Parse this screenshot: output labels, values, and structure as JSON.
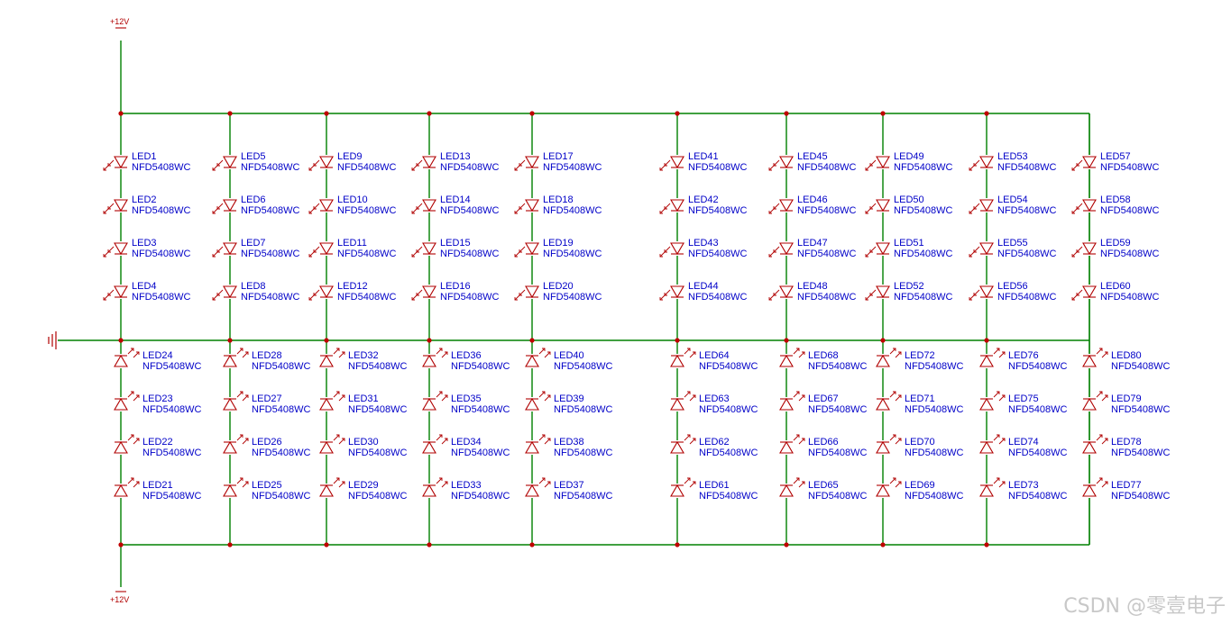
{
  "power": {
    "top_label": "+12V",
    "bottom_label": "+12V"
  },
  "watermark": "CSDN @零壹电子",
  "icons": {
    "power": "power-port-icon",
    "ground": "ground-icon",
    "led": "led-diode-icon"
  },
  "colors": {
    "wire": "#008000",
    "component": "#b00000",
    "label": "#0000c8",
    "junction": "#c00000"
  },
  "columns": [
    {
      "upper": [
        {
          "ref": "LED1",
          "part": "NFD5408WC"
        },
        {
          "ref": "LED2",
          "part": "NFD5408WC"
        },
        {
          "ref": "LED3",
          "part": "NFD5408WC"
        },
        {
          "ref": "LED4",
          "part": "NFD5408WC"
        }
      ],
      "lower": [
        {
          "ref": "LED24",
          "part": "NFD5408WC"
        },
        {
          "ref": "LED23",
          "part": "NFD5408WC"
        },
        {
          "ref": "LED22",
          "part": "NFD5408WC"
        },
        {
          "ref": "LED21",
          "part": "NFD5408WC"
        }
      ]
    },
    {
      "upper": [
        {
          "ref": "LED5",
          "part": "NFD5408WC"
        },
        {
          "ref": "LED6",
          "part": "NFD5408WC"
        },
        {
          "ref": "LED7",
          "part": "NFD5408WC"
        },
        {
          "ref": "LED8",
          "part": "NFD5408WC"
        }
      ],
      "lower": [
        {
          "ref": "LED28",
          "part": "NFD5408WC"
        },
        {
          "ref": "LED27",
          "part": "NFD5408WC"
        },
        {
          "ref": "LED26",
          "part": "NFD5408WC"
        },
        {
          "ref": "LED25",
          "part": "NFD5408WC"
        }
      ]
    },
    {
      "upper": [
        {
          "ref": "LED9",
          "part": "NFD5408WC"
        },
        {
          "ref": "LED10",
          "part": "NFD5408WC"
        },
        {
          "ref": "LED11",
          "part": "NFD5408WC"
        },
        {
          "ref": "LED12",
          "part": "NFD5408WC"
        }
      ],
      "lower": [
        {
          "ref": "LED32",
          "part": "NFD5408WC"
        },
        {
          "ref": "LED31",
          "part": "NFD5408WC"
        },
        {
          "ref": "LED30",
          "part": "NFD5408WC"
        },
        {
          "ref": "LED29",
          "part": "NFD5408WC"
        }
      ]
    },
    {
      "upper": [
        {
          "ref": "LED13",
          "part": "NFD5408WC"
        },
        {
          "ref": "LED14",
          "part": "NFD5408WC"
        },
        {
          "ref": "LED15",
          "part": "NFD5408WC"
        },
        {
          "ref": "LED16",
          "part": "NFD5408WC"
        }
      ],
      "lower": [
        {
          "ref": "LED36",
          "part": "NFD5408WC"
        },
        {
          "ref": "LED35",
          "part": "NFD5408WC"
        },
        {
          "ref": "LED34",
          "part": "NFD5408WC"
        },
        {
          "ref": "LED33",
          "part": "NFD5408WC"
        }
      ]
    },
    {
      "upper": [
        {
          "ref": "LED17",
          "part": "NFD5408WC"
        },
        {
          "ref": "LED18",
          "part": "NFD5408WC"
        },
        {
          "ref": "LED19",
          "part": "NFD5408WC"
        },
        {
          "ref": "LED20",
          "part": "NFD5408WC"
        }
      ],
      "lower": [
        {
          "ref": "LED40",
          "part": "NFD5408WC"
        },
        {
          "ref": "LED39",
          "part": "NFD5408WC"
        },
        {
          "ref": "LED38",
          "part": "NFD5408WC"
        },
        {
          "ref": "LED37",
          "part": "NFD5408WC"
        }
      ]
    },
    {
      "upper": [
        {
          "ref": "LED41",
          "part": "NFD5408WC"
        },
        {
          "ref": "LED42",
          "part": "NFD5408WC"
        },
        {
          "ref": "LED43",
          "part": "NFD5408WC"
        },
        {
          "ref": "LED44",
          "part": "NFD5408WC"
        }
      ],
      "lower": [
        {
          "ref": "LED64",
          "part": "NFD5408WC"
        },
        {
          "ref": "LED63",
          "part": "NFD5408WC"
        },
        {
          "ref": "LED62",
          "part": "NFD5408WC"
        },
        {
          "ref": "LED61",
          "part": "NFD5408WC"
        }
      ]
    },
    {
      "upper": [
        {
          "ref": "LED45",
          "part": "NFD5408WC"
        },
        {
          "ref": "LED46",
          "part": "NFD5408WC"
        },
        {
          "ref": "LED47",
          "part": "NFD5408WC"
        },
        {
          "ref": "LED48",
          "part": "NFD5408WC"
        }
      ],
      "lower": [
        {
          "ref": "LED68",
          "part": "NFD5408WC"
        },
        {
          "ref": "LED67",
          "part": "NFD5408WC"
        },
        {
          "ref": "LED66",
          "part": "NFD5408WC"
        },
        {
          "ref": "LED65",
          "part": "NFD5408WC"
        }
      ]
    },
    {
      "upper": [
        {
          "ref": "LED49",
          "part": "NFD5408WC"
        },
        {
          "ref": "LED50",
          "part": "NFD5408WC"
        },
        {
          "ref": "LED51",
          "part": "NFD5408WC"
        },
        {
          "ref": "LED52",
          "part": "NFD5408WC"
        }
      ],
      "lower": [
        {
          "ref": "LED72",
          "part": "NFD5408WC"
        },
        {
          "ref": "LED71",
          "part": "NFD5408WC"
        },
        {
          "ref": "LED70",
          "part": "NFD5408WC"
        },
        {
          "ref": "LED69",
          "part": "NFD5408WC"
        }
      ]
    },
    {
      "upper": [
        {
          "ref": "LED53",
          "part": "NFD5408WC"
        },
        {
          "ref": "LED54",
          "part": "NFD5408WC"
        },
        {
          "ref": "LED55",
          "part": "NFD5408WC"
        },
        {
          "ref": "LED56",
          "part": "NFD5408WC"
        }
      ],
      "lower": [
        {
          "ref": "LED76",
          "part": "NFD5408WC"
        },
        {
          "ref": "LED75",
          "part": "NFD5408WC"
        },
        {
          "ref": "LED74",
          "part": "NFD5408WC"
        },
        {
          "ref": "LED73",
          "part": "NFD5408WC"
        }
      ]
    },
    {
      "upper": [
        {
          "ref": "LED57",
          "part": "NFD5408WC"
        },
        {
          "ref": "LED58",
          "part": "NFD5408WC"
        },
        {
          "ref": "LED59",
          "part": "NFD5408WC"
        },
        {
          "ref": "LED60",
          "part": "NFD5408WC"
        }
      ],
      "lower": [
        {
          "ref": "LED80",
          "part": "NFD5408WC"
        },
        {
          "ref": "LED79",
          "part": "NFD5408WC"
        },
        {
          "ref": "LED78",
          "part": "NFD5408WC"
        },
        {
          "ref": "LED77",
          "part": "NFD5408WC"
        }
      ]
    }
  ]
}
